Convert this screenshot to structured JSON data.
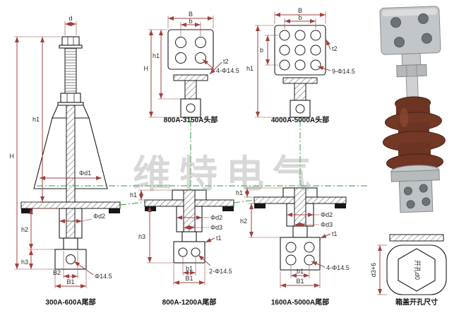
{
  "watermark": "维特电气",
  "drawings": {
    "head_small": {
      "caption": "800A-3150A头部",
      "dims": {
        "B": "B",
        "b": "b",
        "H": "H",
        "h1": "h1",
        "t2": "t2",
        "holes": "4-Φ14.5"
      }
    },
    "head_large": {
      "caption": "4000A-5000A头部",
      "dims": {
        "B": "B",
        "b": "b",
        "b_v": "b",
        "h1": "h1",
        "t2": "t2",
        "holes": "9-Φ14.5"
      }
    },
    "tail_small": {
      "caption": "300A-600A尾部",
      "dims": {
        "d": "d",
        "h1": "h1",
        "H": "H",
        "h2": "h2",
        "h3": "h3",
        "phid1": "Φd1",
        "phid2": "Φd2",
        "B2": "B2",
        "B1": "B1",
        "hole": "Φ14.5"
      }
    },
    "tail_mid": {
      "caption": "800A-1200A尾部",
      "dims": {
        "h1": "h1",
        "h3": "h3",
        "phid2": "Φd2",
        "phid3": "Φd3",
        "t1": "t1",
        "holes": "2-Φ14.5",
        "b1": "b1",
        "B1": "B1"
      }
    },
    "tail_large": {
      "caption": "1600A-5000A尾部",
      "dims": {
        "h1": "h1",
        "h2": "h2",
        "phid2": "Φd2",
        "phid3": "Φd3",
        "t1": "t1",
        "holes": "4-Φ14.5",
        "b1": "b1",
        "B1": "B1"
      }
    },
    "cover": {
      "caption": "箱盖开孔尺寸",
      "dims": {
        "hole_label": "开孔d0",
        "height_label": "d3+6"
      }
    }
  }
}
